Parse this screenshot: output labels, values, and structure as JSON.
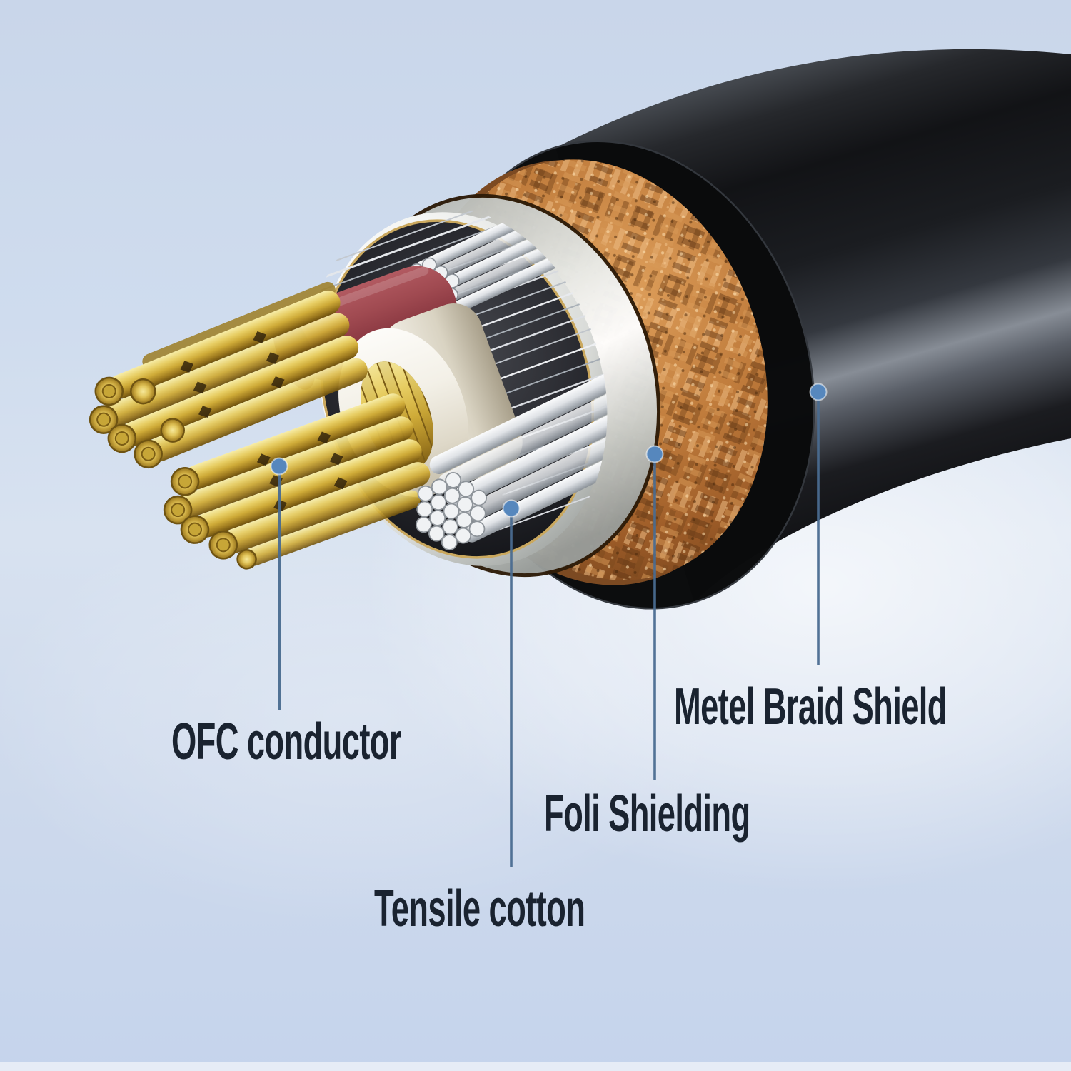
{
  "page": {
    "type": "product-diagram",
    "subject": "Audio cable cross-section cutaway",
    "background_color": "#cdd9ec",
    "label_text_color": "#1a2330",
    "callout_line_color": "#4a6c91",
    "callout_dot_color": "#5687bd"
  },
  "diagram": {
    "labels": [
      {
        "id": "ofc-conductor",
        "text": "OFC conductor",
        "points_to": "gold stranded copper conductor"
      },
      {
        "id": "metel-braid-shield",
        "text": "Metel Braid Shield",
        "points_to": "woven copper braid layer"
      },
      {
        "id": "foli-shielding",
        "text": "Foli Shielding",
        "points_to": "silver foil layer"
      },
      {
        "id": "tensile-cotton",
        "text": "Tensile cotton",
        "points_to": "white fiber filler strands"
      }
    ],
    "layers": [
      {
        "name": "outer-jacket",
        "color": "#0b0c0d"
      },
      {
        "name": "metal-braid-shield",
        "color": "#b5713a"
      },
      {
        "name": "foil-shielding",
        "color": "#e4e6e3"
      },
      {
        "name": "tensile-cotton",
        "color": "#d9dde2"
      },
      {
        "name": "red-conductor-insulation",
        "color": "#9c4448"
      },
      {
        "name": "white-conductor-insulation",
        "color": "#f2efe6"
      },
      {
        "name": "ofc-conductor-strands",
        "color": "#dcbf52"
      }
    ]
  }
}
